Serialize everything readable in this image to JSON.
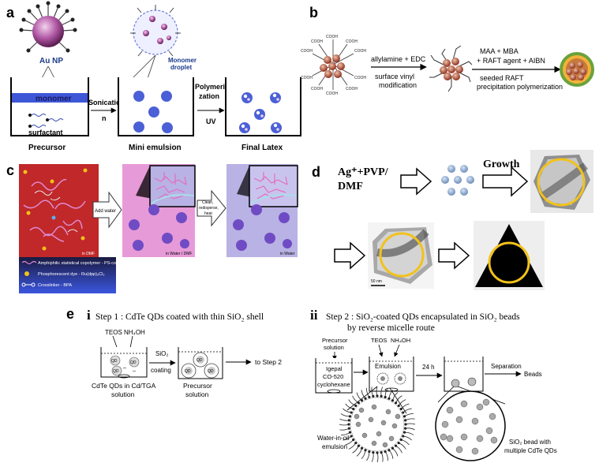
{
  "panel_a": {
    "letter": "a",
    "au_np": "Au NP",
    "monomer_droplet_1": "Monomer",
    "monomer_droplet_2": "droplet",
    "monomer": "monomer",
    "surfactant": "surfactant",
    "sonication_1": "Sonicatio",
    "sonication_2": "n",
    "polymerization": "Polymeri-",
    "polymerization_2": "zation",
    "uv": "UV",
    "precursor": "Precursor",
    "mini_emulsion": "Mini emulsion",
    "final_latex": "Final Latex"
  },
  "panel_b": {
    "letter": "b",
    "step1_top": "allylamine + EDC",
    "step1_bottom_1": "surface vinyl",
    "step1_bottom_2": "modification",
    "step2_top_1": "MAA + MBA",
    "step2_top_2": "+ RAFT agent + AIBN",
    "step2_bottom_1": "seeded RAFT",
    "step2_bottom_2": "precipitation polymerization",
    "cooh": "COOH"
  },
  "panel_c": {
    "letter": "c",
    "add_water": "Add water",
    "clean_1": "Clean,",
    "clean_2": "redisperse,",
    "clean_3": "heat",
    "in_dmf": "in DMF",
    "in_water_dmf": "in Water / DMF",
    "in_water": "in Water",
    "legend_1": "Amphiphilic statistical copolymer - PS-co-MA",
    "legend_2": "Phosphorescent dye - Ru(dpp)₃Cl₂",
    "legend_3": "Crosslinker - BPA"
  },
  "panel_d": {
    "letter": "d",
    "reagent_1": "Ag⁺+PVP/",
    "reagent_2": "DMF",
    "growth": "Growth",
    "scale": "50 nm"
  },
  "panel_e": {
    "letter": "e",
    "step1_num": "i",
    "step1_title": "Step 1 : CdTe QDs coated with thin SiO₂ shell",
    "teos": "TEOS",
    "nh4oh": "NH₄OH",
    "sio2_1": "SiO₂",
    "sio2_2": "coating",
    "to_step2": "to Step 2",
    "cdte_1": "CdTe QDs in Cd/TGA",
    "cdte_2": "solution",
    "precursor_1": "Precursor",
    "precursor_2": "solution",
    "qd": "QD",
    "step2_num": "ii",
    "step2_title_1": "Step 2 : SiO₂-coated QDs encapsulated in SiO₂ beads",
    "step2_title_2": "by reverse micelle route",
    "precursor_sol_1": "Precursor",
    "precursor_sol_2": "solution",
    "teos2": "TEOS",
    "nh4oh2": "NH₄OH",
    "igepal_1": "Igepal",
    "igepal_2": "CO-520",
    "igepal_3": "cyclohexane",
    "emulsion": "Emulsion",
    "time": "24 h",
    "separation": "Separation",
    "beads": "Beads",
    "wio_1": "Water-in-oil",
    "wio_2": "emulsion",
    "bead_1": "SiO₂ bead with",
    "bead_2": "multiple CdTe QDs"
  },
  "colors": {
    "au_purple": "#8a3a7a",
    "water_blue": "#4b60d6",
    "monomer_band": "#3d57d6",
    "maroon": "#7a2a2a",
    "dmf_red": "#c0282a",
    "lavender": "#d4b8e8",
    "lavender2": "#b9b2e4",
    "pink_panel": "#e79ad8",
    "yellow": "#f2c21b"
  }
}
